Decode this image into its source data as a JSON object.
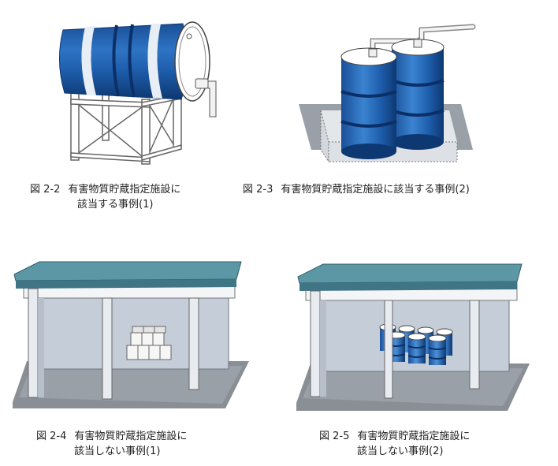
{
  "figures": [
    {
      "number": "図 2-2",
      "title_line1": "有害物質貯蔵指定施設に",
      "title_line2": "該当する事例(1)"
    },
    {
      "number": "図 2-3",
      "title_line1": "有害物質貯蔵指定施設に該当する事例(2)",
      "title_line2": ""
    },
    {
      "number": "図 2-4",
      "title_line1": "有害物質貯蔵指定施設に",
      "title_line2": "該当しない事例(1)"
    },
    {
      "number": "図 2-5",
      "title_line1": "有害物質貯蔵指定施設に",
      "title_line2": "該当しない事例(2)"
    }
  ],
  "colors": {
    "drum_blue": "#1f5fae",
    "drum_dark": "#0f3f82",
    "drum_light": "#5b97d6",
    "roof_teal": "#3f7585",
    "roof_top": "#5c97a5",
    "ground_gray": "#8a8f96",
    "wall_gray": "#c5ced8",
    "frame_stroke": "#555555"
  }
}
